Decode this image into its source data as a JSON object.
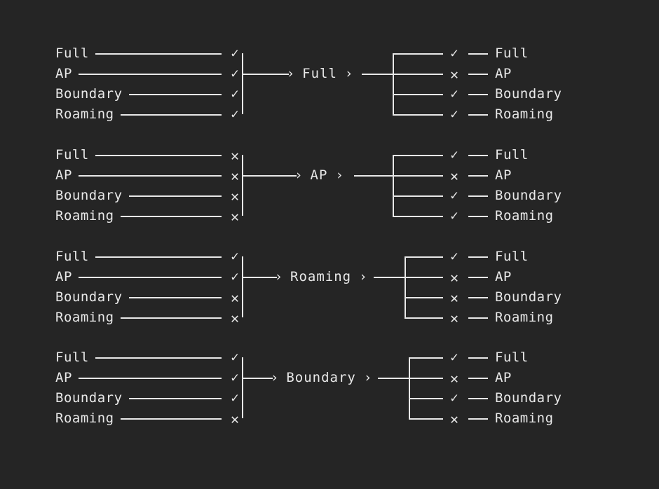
{
  "meta": {
    "background_color": "#252525",
    "stroke_color": "#e8e8e8",
    "check_glyph": "✓",
    "cross_glyph": "✕",
    "arrow_glyph": "›",
    "arrow_head_glyph": "›"
  },
  "row_labels": [
    "Full",
    "AP",
    "Boundary",
    "Roaming"
  ],
  "groups": [
    {
      "name": "Full",
      "center_label": "Full",
      "inputs": [
        {
          "label": "Full",
          "state": "check"
        },
        {
          "label": "AP",
          "state": "check"
        },
        {
          "label": "Boundary",
          "state": "check"
        },
        {
          "label": "Roaming",
          "state": "check"
        }
      ],
      "outputs": [
        {
          "label": "Full",
          "state": "check"
        },
        {
          "label": "AP",
          "state": "cross"
        },
        {
          "label": "Boundary",
          "state": "check"
        },
        {
          "label": "Roaming",
          "state": "check"
        }
      ]
    },
    {
      "name": "AP",
      "center_label": "AP",
      "inputs": [
        {
          "label": "Full",
          "state": "cross"
        },
        {
          "label": "AP",
          "state": "cross"
        },
        {
          "label": "Boundary",
          "state": "cross"
        },
        {
          "label": "Roaming",
          "state": "cross"
        }
      ],
      "outputs": [
        {
          "label": "Full",
          "state": "check"
        },
        {
          "label": "AP",
          "state": "cross"
        },
        {
          "label": "Boundary",
          "state": "check"
        },
        {
          "label": "Roaming",
          "state": "check"
        }
      ]
    },
    {
      "name": "Roaming",
      "center_label": "Roaming",
      "inputs": [
        {
          "label": "Full",
          "state": "check"
        },
        {
          "label": "AP",
          "state": "check"
        },
        {
          "label": "Boundary",
          "state": "cross"
        },
        {
          "label": "Roaming",
          "state": "cross"
        }
      ],
      "outputs": [
        {
          "label": "Full",
          "state": "check"
        },
        {
          "label": "AP",
          "state": "cross"
        },
        {
          "label": "Boundary",
          "state": "cross"
        },
        {
          "label": "Roaming",
          "state": "cross"
        }
      ]
    },
    {
      "name": "Boundary",
      "center_label": "Boundary",
      "inputs": [
        {
          "label": "Full",
          "state": "check"
        },
        {
          "label": "AP",
          "state": "check"
        },
        {
          "label": "Boundary",
          "state": "check"
        },
        {
          "label": "Roaming",
          "state": "cross"
        }
      ],
      "outputs": [
        {
          "label": "Full",
          "state": "check"
        },
        {
          "label": "AP",
          "state": "cross"
        },
        {
          "label": "Boundary",
          "state": "check"
        },
        {
          "label": "Roaming",
          "state": "cross"
        }
      ]
    }
  ]
}
